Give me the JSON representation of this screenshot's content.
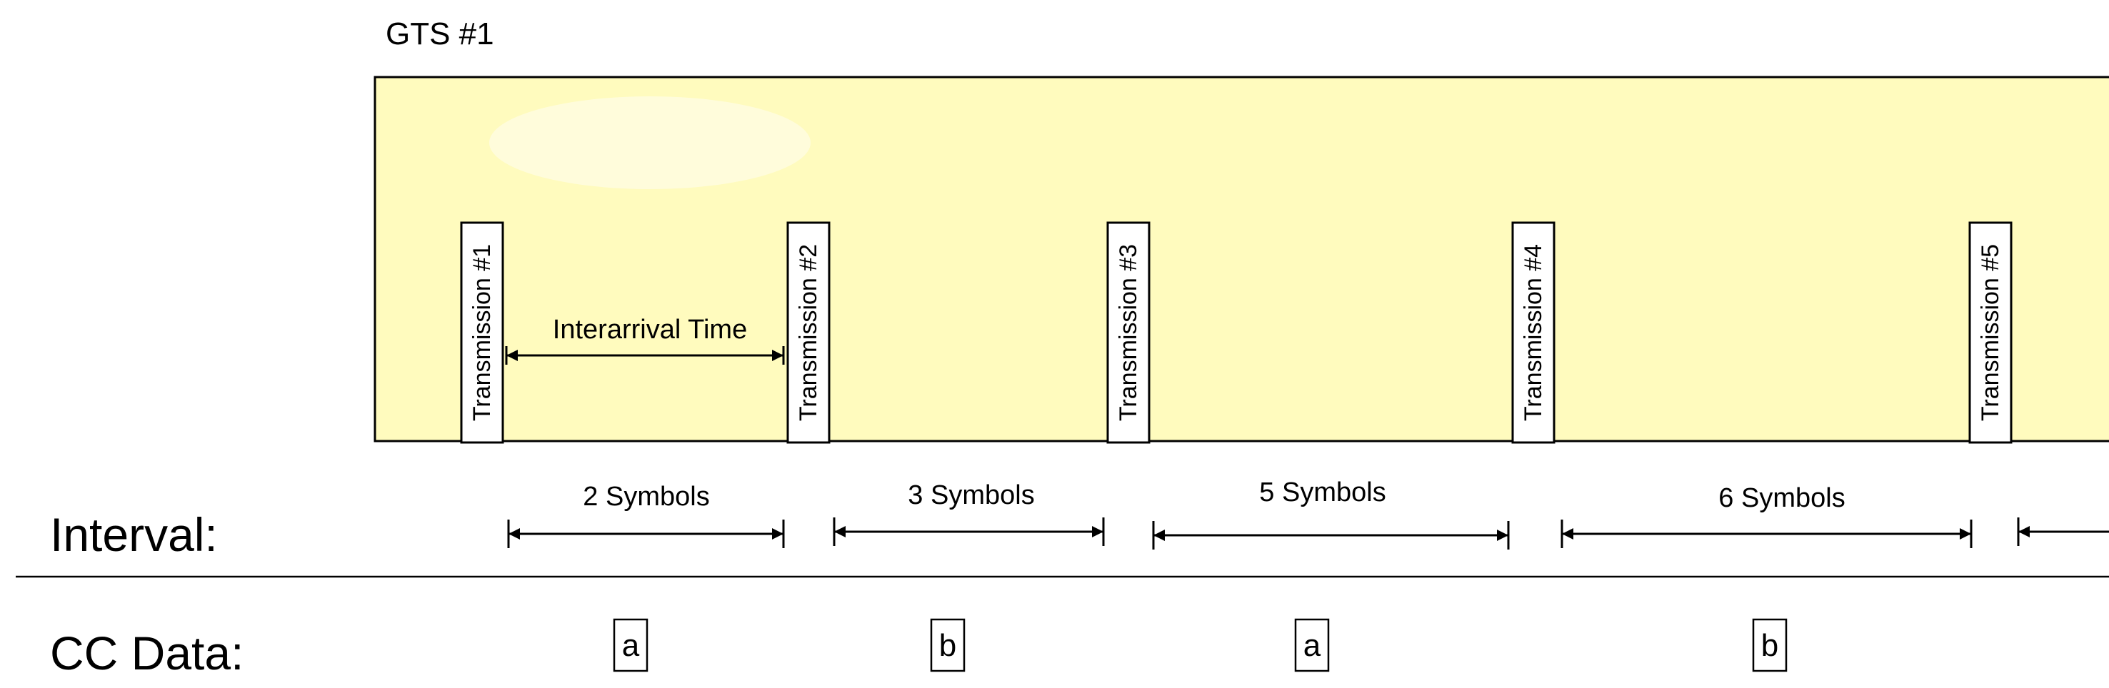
{
  "gts_label": "GTS #1",
  "timeline_color": "#fffbbe",
  "transmissions": [
    {
      "label": "Transmission #1"
    },
    {
      "label": "Transmission #2"
    },
    {
      "label": "Transmission #3"
    },
    {
      "label": "Transmission #4"
    },
    {
      "label": "Transmission #5"
    }
  ],
  "interarrival_label": "Interarrival Time",
  "interval_row_label": "Interval:",
  "intervals": [
    {
      "label": "2 Symbols",
      "symbols": 2
    },
    {
      "label": "3 Symbols",
      "symbols": 3
    },
    {
      "label": "5 Symbols",
      "symbols": 5
    },
    {
      "label": "6 Symbols",
      "symbols": 6
    }
  ],
  "cc_row_label": "CC Data:",
  "cc_values": [
    "a",
    "b",
    "a",
    "b"
  ]
}
